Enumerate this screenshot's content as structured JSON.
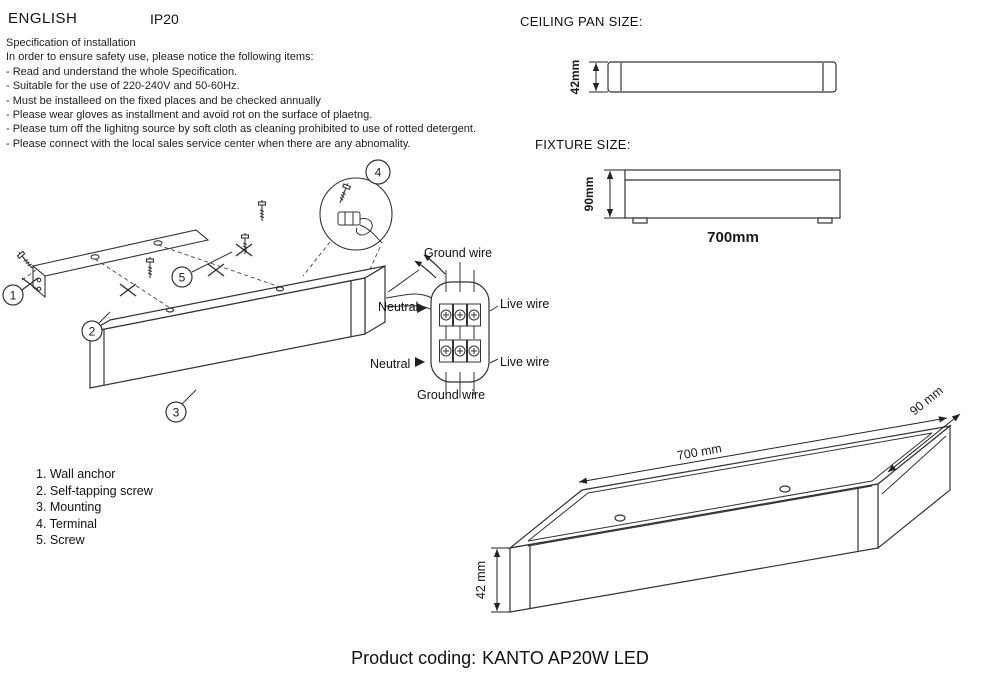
{
  "header": {
    "language": "ENGLISH",
    "ip_rating": "IP20"
  },
  "spec": {
    "title": "Specification of installation",
    "intro": "In order to ensure safety use, please notice the following items:",
    "items": [
      "- Read and understand the whole Specification.",
      "- Suitable for the use of 220-240V and 50-60Hz.",
      "- Must be installeed on the fixed places and be checked annually",
      "- Please wear gloves as installment and avoid rot on the surface of plaetng.",
      "- Please tum off the lighitng source by soft cloth as cleaning prohibited to use of rotted detergent.",
      "- Please connect with the local sales service center when there are any abnomality."
    ]
  },
  "ceiling_pan": {
    "title": "CEILING PAN  SIZE:",
    "height": "42mm"
  },
  "fixture_size": {
    "title": "FIXTURE SIZE:",
    "height": "90mm",
    "width": "700mm"
  },
  "install": {
    "callouts": [
      "1",
      "2",
      "3",
      "4",
      "5"
    ],
    "wiring": {
      "ground_top": "Ground wire",
      "neutral_top": "Neutral",
      "live_top": "Live wire",
      "neutral_bottom": "Neutral",
      "live_bottom": "Live wire",
      "ground_bottom": "Ground wire"
    }
  },
  "parts_list": [
    "1. Wall anchor",
    "2. Self-tapping screw",
    "3. Mounting",
    "4. Terminal",
    "5. Screw"
  ],
  "perspective": {
    "length": "700 mm",
    "depth": "90 mm",
    "height": "42 mm"
  },
  "footer": {
    "label": "Product coding:",
    "product": "KANTO AP20W LED"
  },
  "colors": {
    "ink": "#1a1a1a",
    "line": "#333333"
  }
}
